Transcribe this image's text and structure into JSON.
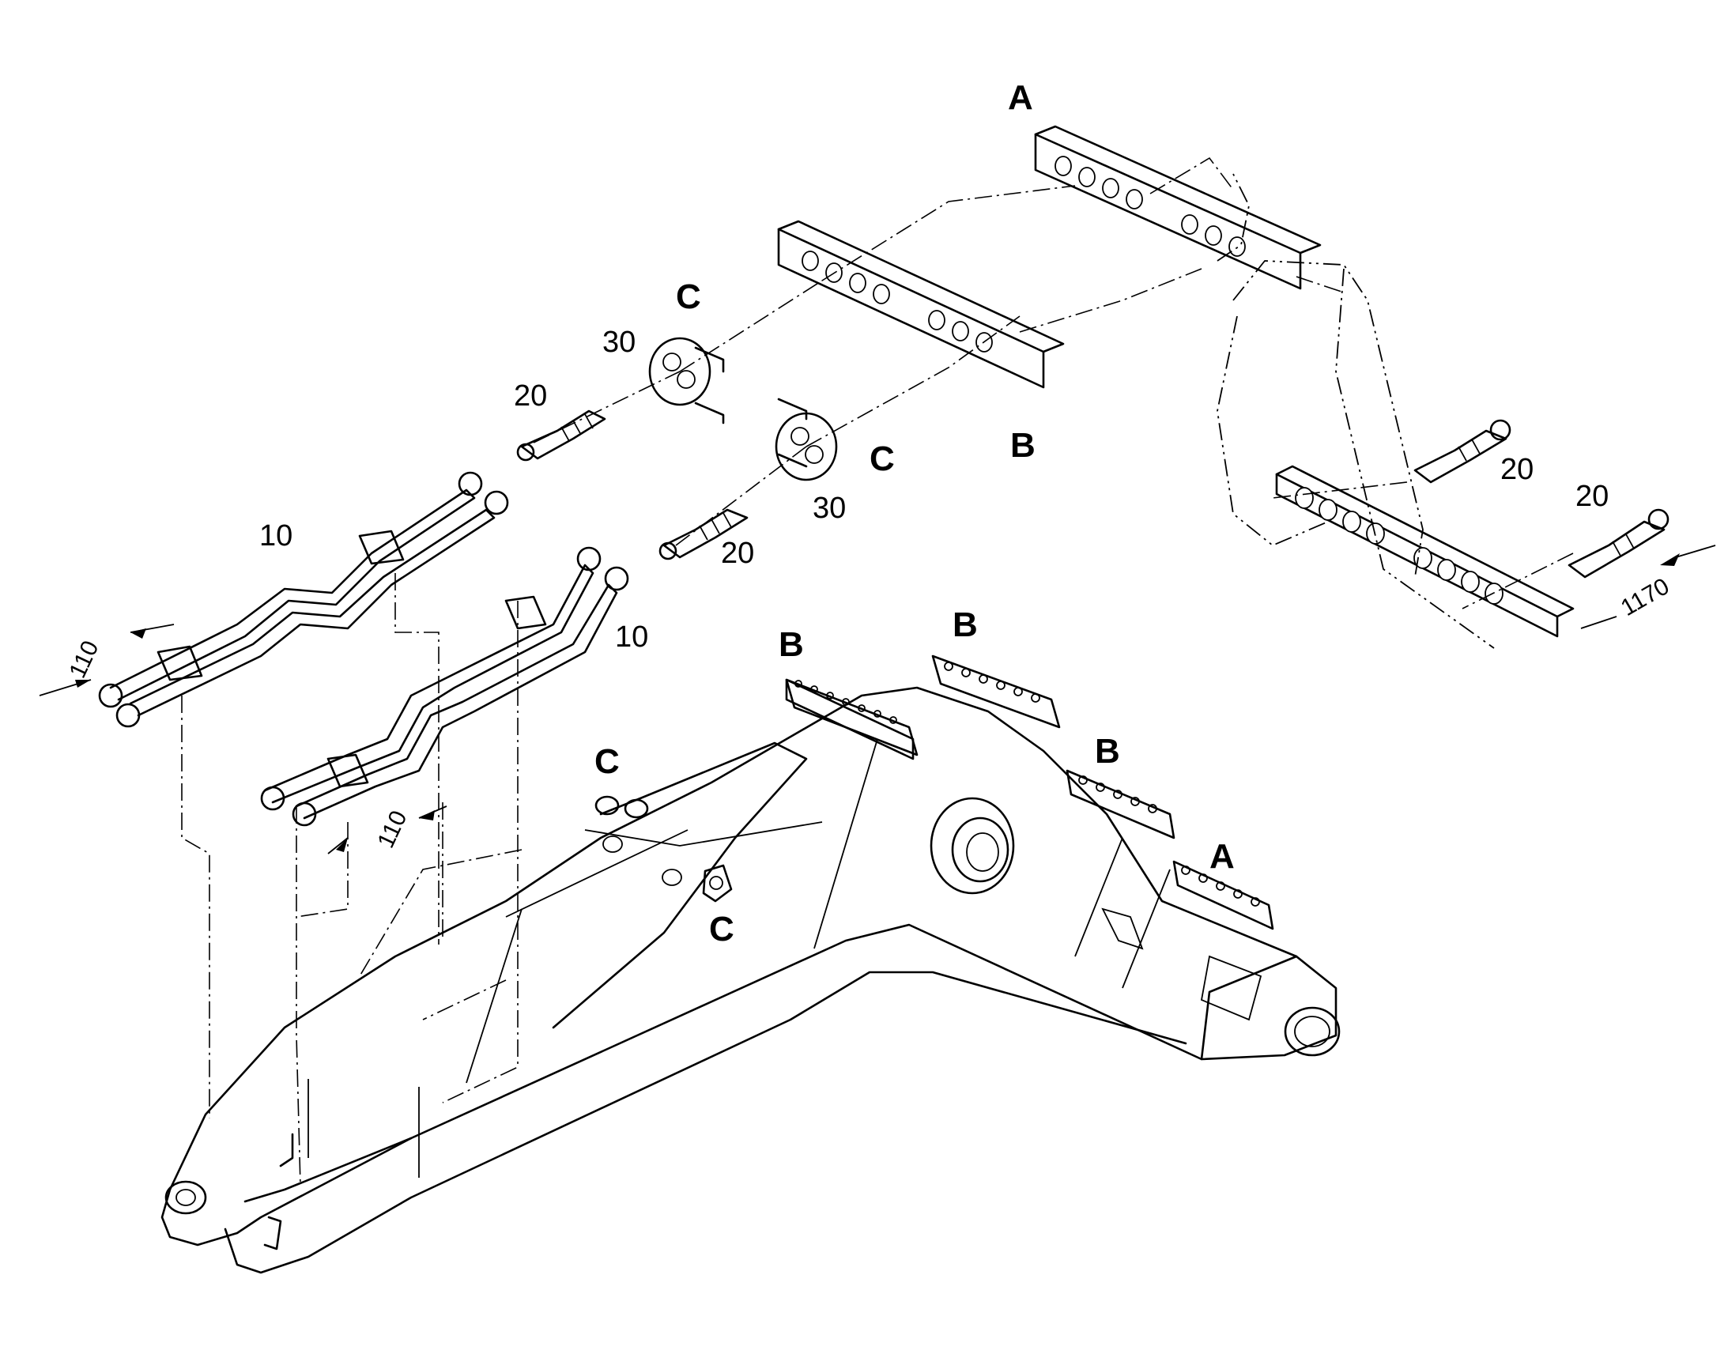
{
  "labels": {
    "A": "A",
    "B": "B",
    "C": "C",
    "n10": "10",
    "n20": "20",
    "n30": "30"
  },
  "dimensions": {
    "d110": "110",
    "d1170": "1170"
  },
  "colors": {
    "line": "#000000",
    "background": "#ffffff"
  }
}
